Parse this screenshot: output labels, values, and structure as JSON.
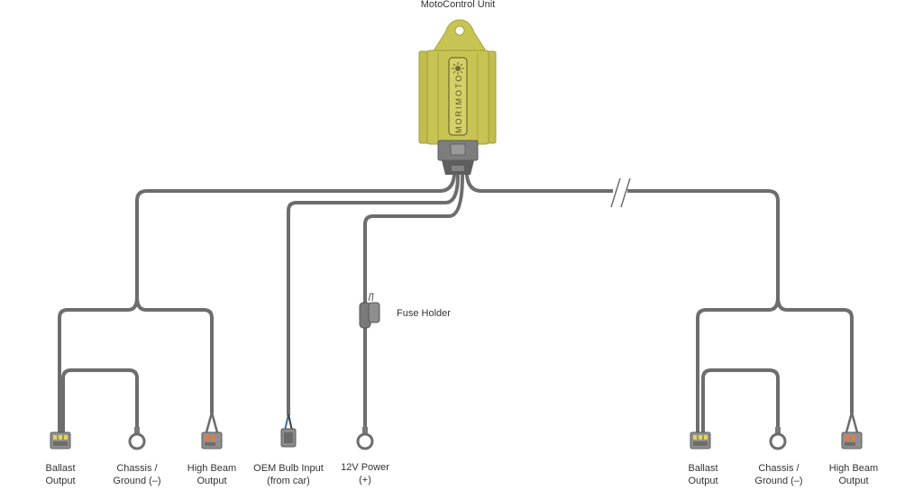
{
  "unit": {
    "title": "MotoControl Unit",
    "brand": "MORIMOTO",
    "color": "#c8c453"
  },
  "wire_color": "#6d6d6d",
  "fuse": {
    "label": "Fuse Holder"
  },
  "outputs": {
    "left_ballast": {
      "line1": "Ballast",
      "line2": "Output"
    },
    "left_ground": {
      "line1": "Chassis /",
      "line2": "Ground (–)"
    },
    "left_highbeam": {
      "line1": "High Beam",
      "line2": "Output"
    },
    "oem_input": {
      "line1": "OEM Bulb Input",
      "line2": "(from car)"
    },
    "power": {
      "line1": "12V Power",
      "line2": "(+)"
    },
    "right_ballast": {
      "line1": "Ballast",
      "line2": "Output"
    },
    "right_ground": {
      "line1": "Chassis /",
      "line2": "Ground (–)"
    },
    "right_highbeam": {
      "line1": "High Beam",
      "line2": "Output"
    }
  }
}
